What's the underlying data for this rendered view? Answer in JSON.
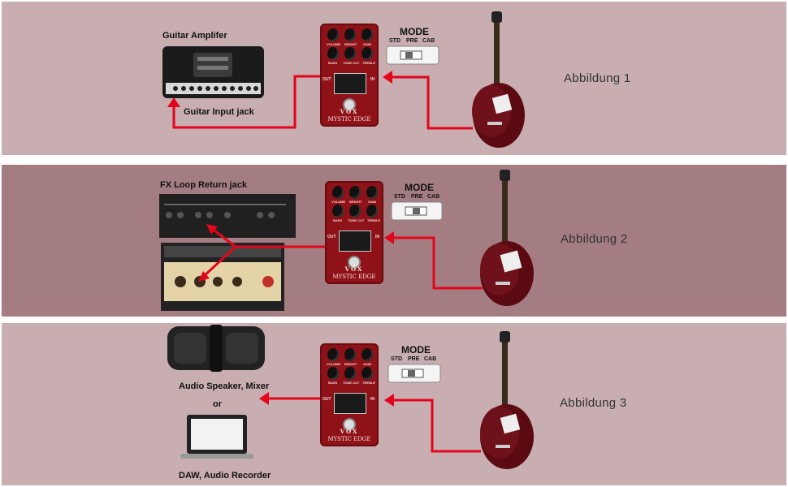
{
  "panels": [
    {
      "caption": "Abbildung 1",
      "device_label": "Guitar Amplifer",
      "jack_label": "Guitar Input jack"
    },
    {
      "caption": "Abbildung 2",
      "device_label": "FX Loop Return jack"
    },
    {
      "caption": "Abbildung 3",
      "device_label": "Audio Speaker, Mixer",
      "or_label": "or",
      "device_label_2": "DAW, Audio Recorder"
    }
  ],
  "pedal": {
    "brand": "VOX",
    "model": "MYSTIC EDGE",
    "knobs": [
      "VOLUME",
      "BRIGHT",
      "GAIN",
      "BASS",
      "TONE CUT",
      "TREBLE"
    ],
    "out_label": "OUT",
    "in_label": "IN"
  },
  "mode_switch": {
    "title": "MODE",
    "options": [
      "STD",
      "PRE",
      "CAB"
    ]
  },
  "colors": {
    "panel_light": "#c8adb1",
    "panel_dark": "#a47d83",
    "arrow": "#e3051b",
    "pedal_red": "#8e1217",
    "guitar_body": "#5c0a12"
  }
}
